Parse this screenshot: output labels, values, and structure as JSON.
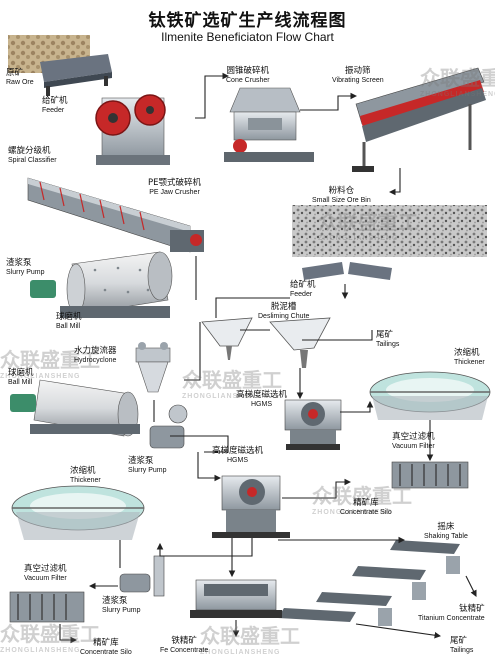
{
  "header": {
    "title_cn": "钛铁矿选矿生产线流程图",
    "title_en": "Ilmenite Beneficiaton Flow Chart"
  },
  "labels": {
    "raw_ore": {
      "cn": "原矿",
      "en": "Raw Ore"
    },
    "feeder_top": {
      "cn": "给矿机",
      "en": "Feeder"
    },
    "cone_crusher": {
      "cn": "圆锥破碎机",
      "en": "Cone Crusher"
    },
    "vibrating_screen": {
      "cn": "振动筛",
      "en": "Vibrating Screen"
    },
    "spiral_classifier": {
      "cn": "螺旋分级机",
      "en": "Spiral Classifier"
    },
    "jaw_crusher": {
      "cn": "PE颚式破碎机",
      "en": "PE Jaw Crusher"
    },
    "ore_bin": {
      "cn": "粉料仓",
      "en": "Small Size Ore Bin"
    },
    "slurry_pump_1": {
      "cn": "渣浆泵",
      "en": "Slurry Pump"
    },
    "ball_mill_1": {
      "cn": "球磨机",
      "en": "Ball Mill"
    },
    "feeder_mid": {
      "cn": "给矿机",
      "en": "Feeder"
    },
    "desliming_chute": {
      "cn": "脱泥槽",
      "en": "Desliming Chute"
    },
    "hydrocyclone": {
      "cn": "水力旋流器",
      "en": "Hydrocyclone"
    },
    "tailings_1": {
      "cn": "尾矿",
      "en": "Tailings"
    },
    "ball_mill_2": {
      "cn": "球磨机",
      "en": "Ball Mill"
    },
    "thickener_right": {
      "cn": "浓缩机",
      "en": "Thickener"
    },
    "hgms_1": {
      "cn": "高梯度磁选机",
      "en": "HGMS"
    },
    "vacuum_filter_right": {
      "cn": "真空过滤机",
      "en": "Vacuum Filter"
    },
    "slurry_pump_2": {
      "cn": "渣浆泵",
      "en": "Slurry Pump"
    },
    "hgms_2": {
      "cn": "高梯度磁选机",
      "en": "HGMS"
    },
    "concentrate_silo_mid": {
      "cn": "精矿库",
      "en": "Concentrate Silo"
    },
    "thickener_left": {
      "cn": "浓缩机",
      "en": "Thickener"
    },
    "shaking_table": {
      "cn": "摇床",
      "en": "Shaking Table"
    },
    "vacuum_filter_left": {
      "cn": "真空过滤机",
      "en": "Vacuum Filter"
    },
    "slurry_pump_3": {
      "cn": "渣浆泵",
      "en": "Slurry Pump"
    },
    "titanium_concentrate": {
      "cn": "钛精矿",
      "en": "Titanium Concentrate"
    },
    "concentrate_silo_bottom": {
      "cn": "精矿库",
      "en": "Concentrate Silo"
    },
    "fe_concentrate": {
      "cn": "铁精矿",
      "en": "Fe Concentrate"
    },
    "tailings_2": {
      "cn": "尾矿",
      "en": "Tailings"
    }
  },
  "watermark": {
    "cn": "众联盛重工",
    "en": "ZHONGLIANSHENG"
  },
  "colors": {
    "flow_line": "#222222",
    "machine_red": "#c62828",
    "machine_grey": "#9aa3ab",
    "machine_dark": "#5f6870",
    "pump_green": "#3c8d6a",
    "thickener_teal": "#bfe3de",
    "ore_brown": "#b49a72"
  }
}
